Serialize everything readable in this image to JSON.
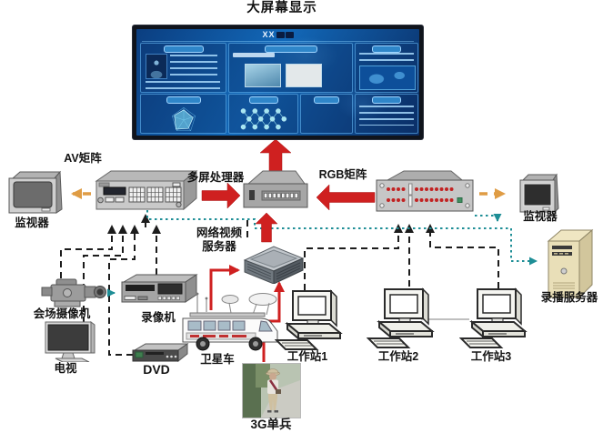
{
  "page_title": "大屏幕显示",
  "screen": {
    "title_prefix": "XX"
  },
  "labels": {
    "av_matrix": "AV矩阵",
    "processor": "多屏处理器",
    "rgb_matrix": "RGB矩阵",
    "monitor_left": "监视器",
    "monitor_right": "监视器",
    "nvs_line1": "网络视频",
    "nvs_line2": "服务器",
    "record_server": "录播服务器",
    "camera": "会场摄像机",
    "recorder": "录像机",
    "tv": "电视",
    "dvd": "DVD",
    "van": "卫星车",
    "ws1": "工作站1",
    "ws2": "工作站2",
    "ws3": "工作站3",
    "soldier": "3G单兵"
  },
  "connection_colors": {
    "video_signal_red": "#cf2020",
    "monitor_out_orange": "#df9c44",
    "record_stream_teal": "#1e8e96",
    "source_input_black": "#1c1c1c"
  },
  "connections": [
    {
      "from": "多屏处理器",
      "to": "大屏幕显示",
      "style": "red-solid-arrow"
    },
    {
      "from": "AV矩阵",
      "to": "多屏处理器",
      "style": "red-solid-arrow"
    },
    {
      "from": "RGB矩阵",
      "to": "多屏处理器",
      "style": "red-solid-arrow"
    },
    {
      "from": "网络视频服务器",
      "to": "多屏处理器",
      "style": "red-solid-arrow"
    },
    {
      "from": "卫星车",
      "to": "网络视频服务器",
      "style": "red-solid-arrow"
    },
    {
      "from": "3G单兵",
      "to": "网络视频服务器",
      "style": "red-solid-arrow"
    },
    {
      "from": "AV矩阵",
      "to": "监视器(左)",
      "style": "orange-dashed-arrow"
    },
    {
      "from": "RGB矩阵",
      "to": "监视器(右)",
      "style": "orange-dashed-arrow"
    },
    {
      "from": "会场摄像机",
      "to": "录像机",
      "style": "teal-dotted-arrow"
    },
    {
      "from": "AV矩阵",
      "to": "录播服务器",
      "style": "teal-dotted-arrow"
    },
    {
      "from": "RGB矩阵",
      "to": "录播服务器",
      "style": "teal-dotted-arrow"
    },
    {
      "from": "会场摄像机",
      "to": "AV矩阵",
      "style": "black-dashed-arrow"
    },
    {
      "from": "电视",
      "to": "AV矩阵",
      "style": "black-dashed-arrow"
    },
    {
      "from": "DVD",
      "to": "AV矩阵",
      "style": "black-dashed-arrow"
    },
    {
      "from": "录像机",
      "to": "AV矩阵",
      "style": "black-dashed-arrow"
    },
    {
      "from": "多屏处理器",
      "to": "网络视频服务器",
      "style": "black-dashed-line"
    },
    {
      "from": "工作站1",
      "to": "RGB矩阵",
      "style": "black-dashed-arrow"
    },
    {
      "from": "工作站2",
      "to": "RGB矩阵",
      "style": "black-dashed-arrow"
    },
    {
      "from": "工作站3",
      "to": "RGB矩阵",
      "style": "black-dashed-arrow"
    },
    {
      "from": "工作站2",
      "to": "工作站3",
      "style": "gray-line"
    }
  ]
}
